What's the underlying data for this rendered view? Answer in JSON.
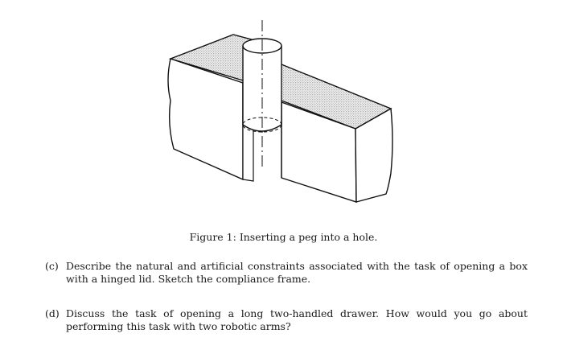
{
  "figure": {
    "caption": "Figure 1: Inserting a peg into a hole."
  },
  "questions": [
    {
      "label": "(c)",
      "text": "Describe the natural and artificial constraints associated with the task of opening a box with a hinged lid. Sketch the compliance frame."
    },
    {
      "label": "(d)",
      "text": "Discuss the task of opening a long two-handled drawer. How would you go about performing this task with two robotic arms?"
    }
  ]
}
